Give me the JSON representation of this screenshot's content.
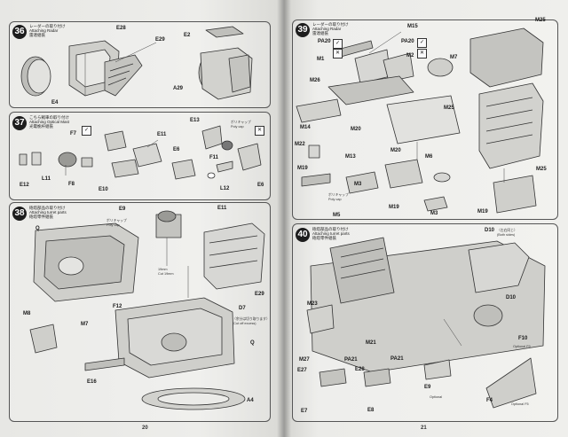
{
  "left_page": {
    "page_number": "20",
    "steps": [
      {
        "number": "36",
        "title_lines": [
          "レーダーの取り付け",
          "Attaching Radar",
          "雷達組裝"
        ],
        "parts": [
          "E28",
          "E29",
          "E2",
          "E4",
          "A29"
        ]
      },
      {
        "number": "37",
        "title_lines": [
          "こちら戦車の取り付け",
          "Attaching Optical Mast",
          "光電桅杆組裝"
        ],
        "parts": [
          "F7",
          "E11",
          "E13",
          "E6",
          "E12",
          "L11",
          "F8",
          "E10",
          "F11",
          "L12",
          "E6"
        ],
        "notes": [
          "ポリキャップ",
          "Poly cap"
        ]
      },
      {
        "number": "38",
        "title_lines": [
          "砲塔部品の取り付け",
          "Attaching turret parts",
          "砲塔零件組裝"
        ],
        "parts": [
          "E9",
          "E11",
          "Q",
          "E29",
          "M8",
          "M7",
          "F12",
          "D7",
          "Q",
          "E16",
          "A4"
        ],
        "notes": [
          "ポリキャップ",
          "Poly cap",
          "19mm",
          "Cut 19mm",
          "（余分は切り取ります）",
          "(Cut off excess)"
        ]
      }
    ]
  },
  "right_page": {
    "page_number": "21",
    "steps": [
      {
        "number": "39",
        "title_lines": [
          "レーダーの取り付け",
          "Attaching Radar",
          "雷達組裝"
        ],
        "parts": [
          "M15",
          "PA20",
          "PA20",
          "M1",
          "M2",
          "M7",
          "M26",
          "M25",
          "M14",
          "M20",
          "M25",
          "M22",
          "M13",
          "M20",
          "M6",
          "M19",
          "M3",
          "M19",
          "M3",
          "M5",
          "M19",
          "M25"
        ],
        "notes": [
          "ポリキャップ",
          "Poly cap"
        ]
      },
      {
        "number": "40",
        "title_lines": [
          "砲塔部品の取り付け",
          "Attaching turret parts",
          "砲塔零件組裝"
        ],
        "parts": [
          "D10",
          "D10",
          "M23",
          "M21",
          "M27",
          "PA21",
          "PA21",
          "E27",
          "E28",
          "E9",
          "F10",
          "E7",
          "E8",
          "F4"
        ],
        "notes": [
          "（左右同じ）",
          "(Both sides)",
          "Optional",
          "Optional F5",
          "Optional F9"
        ]
      }
    ]
  }
}
